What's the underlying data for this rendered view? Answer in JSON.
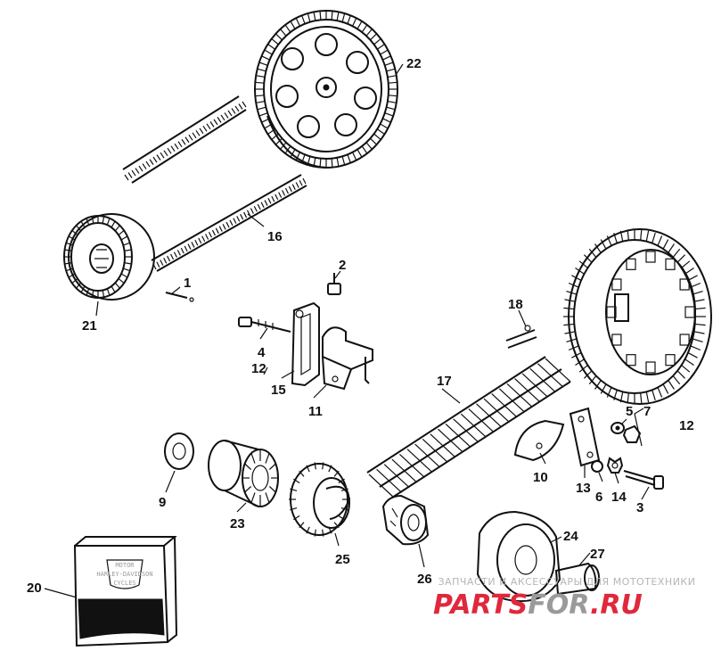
{
  "labels": {
    "l1": "1",
    "l2": "2",
    "l3": "3",
    "l4": "4",
    "l5": "5",
    "l6": "6",
    "l7": "7",
    "l9": "9",
    "l10": "10",
    "l11": "11",
    "l12a": "12",
    "l12b": "12",
    "l13": "13",
    "l14": "14",
    "l15": "15",
    "l16": "16",
    "l17": "17",
    "l18": "18",
    "l20": "20",
    "l21": "21",
    "l22": "22",
    "l23": "23",
    "l24": "24",
    "l25": "25",
    "l26": "26",
    "l27": "27"
  },
  "watermark": {
    "tagline": "ЗАПЧАСТИ И АКСЕССУАРЫ ДЛЯ МОТОТЕХНИКИ",
    "brand_red": "PARTS",
    "brand_grey": "FOR",
    "brand_tld": ".RU",
    "color_red": "#e0283c",
    "color_grey": "#9a9a9a"
  },
  "box_logo": {
    "top": "MOTOR",
    "middle": "HARLEY-DAVIDSON",
    "bottom": "CYCLES"
  }
}
